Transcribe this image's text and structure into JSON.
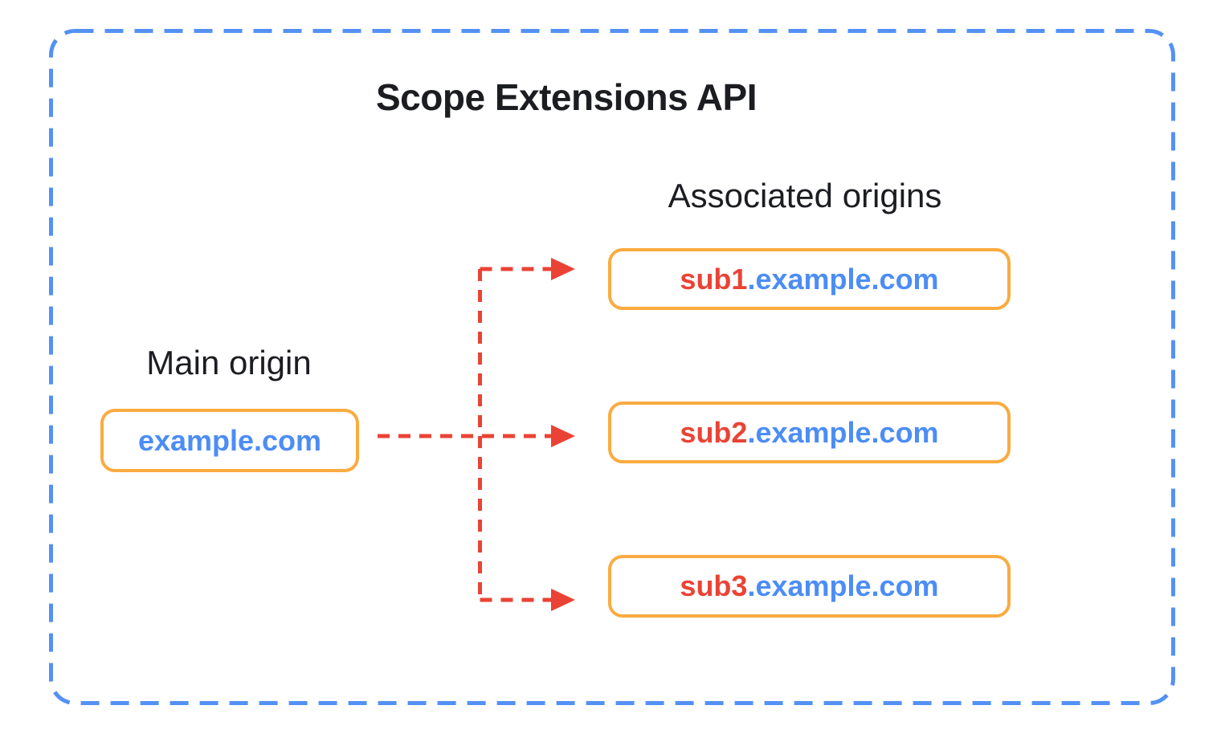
{
  "diagram": {
    "title": "Scope Extensions API",
    "main_origin": {
      "label": "Main origin",
      "domain": "example.com"
    },
    "associated_origins": {
      "label": "Associated origins",
      "items": [
        {
          "subdomain": "sub1",
          "suffix": ".example.com"
        },
        {
          "subdomain": "sub2",
          "suffix": ".example.com"
        },
        {
          "subdomain": "sub3",
          "suffix": ".example.com"
        }
      ]
    },
    "colors": {
      "frame_blue_dashed": "#5491f5",
      "arrow_red_dashed": "#ea4335",
      "box_border_orange": "#faab40",
      "domain_text_blue": "#4c8df5",
      "subdomain_text_red": "#ea4335",
      "heading_text": "#1c1d21"
    }
  }
}
